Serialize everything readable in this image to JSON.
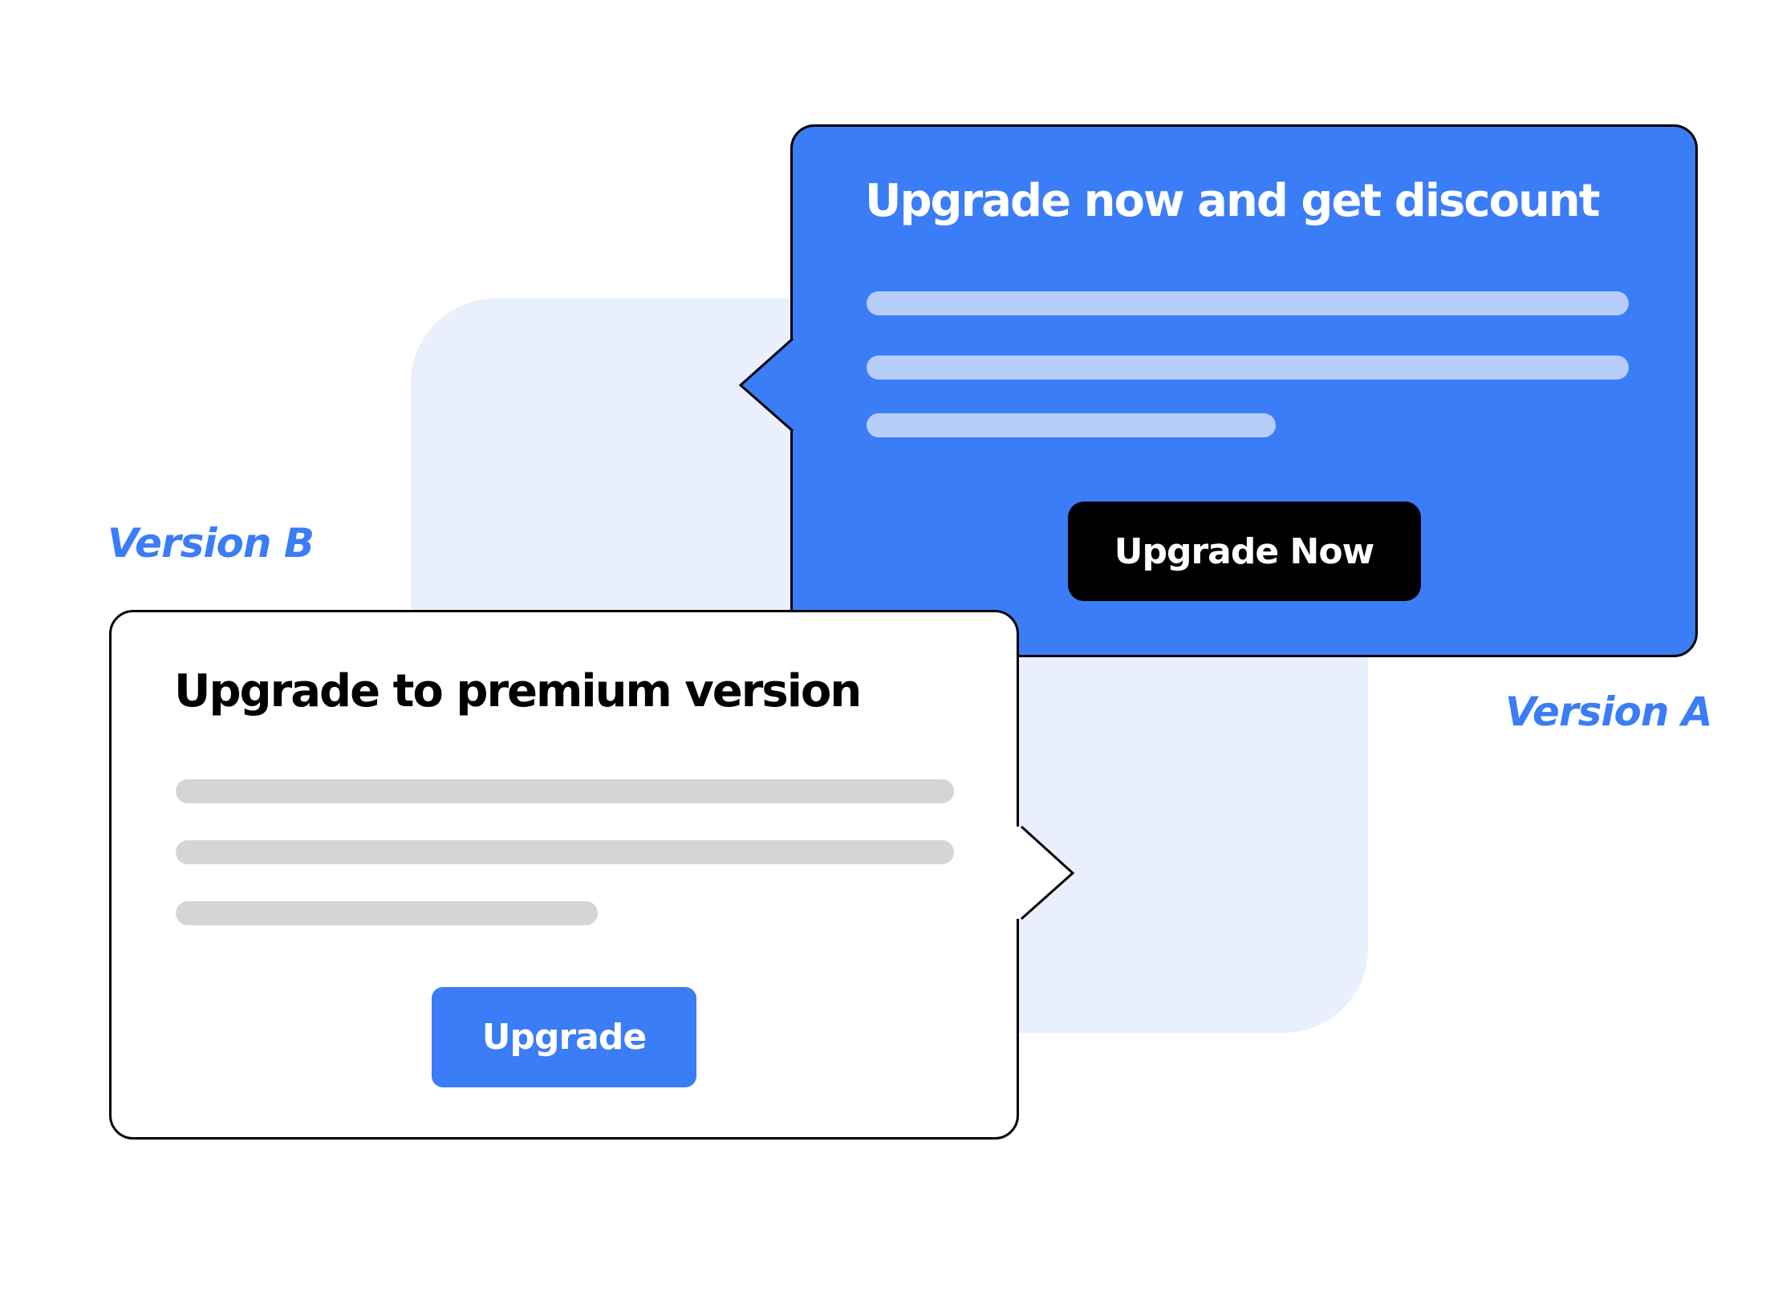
{
  "labels": {
    "version_a": "Version A",
    "version_b": "Version B"
  },
  "card_a": {
    "title": "Upgrade now and get discount",
    "button_label": "Upgrade Now",
    "placeholder_line_count": 3
  },
  "card_b": {
    "title": "Upgrade to premium version",
    "button_label": "Upgrade",
    "placeholder_line_count": 3
  },
  "colors": {
    "primary_blue": "#3B7CF7",
    "light_blue_bar": "#B7CDFA",
    "panel_tint": "#E9EFFC",
    "gray_bar": "#D5D5D5",
    "button_black": "#000000"
  }
}
